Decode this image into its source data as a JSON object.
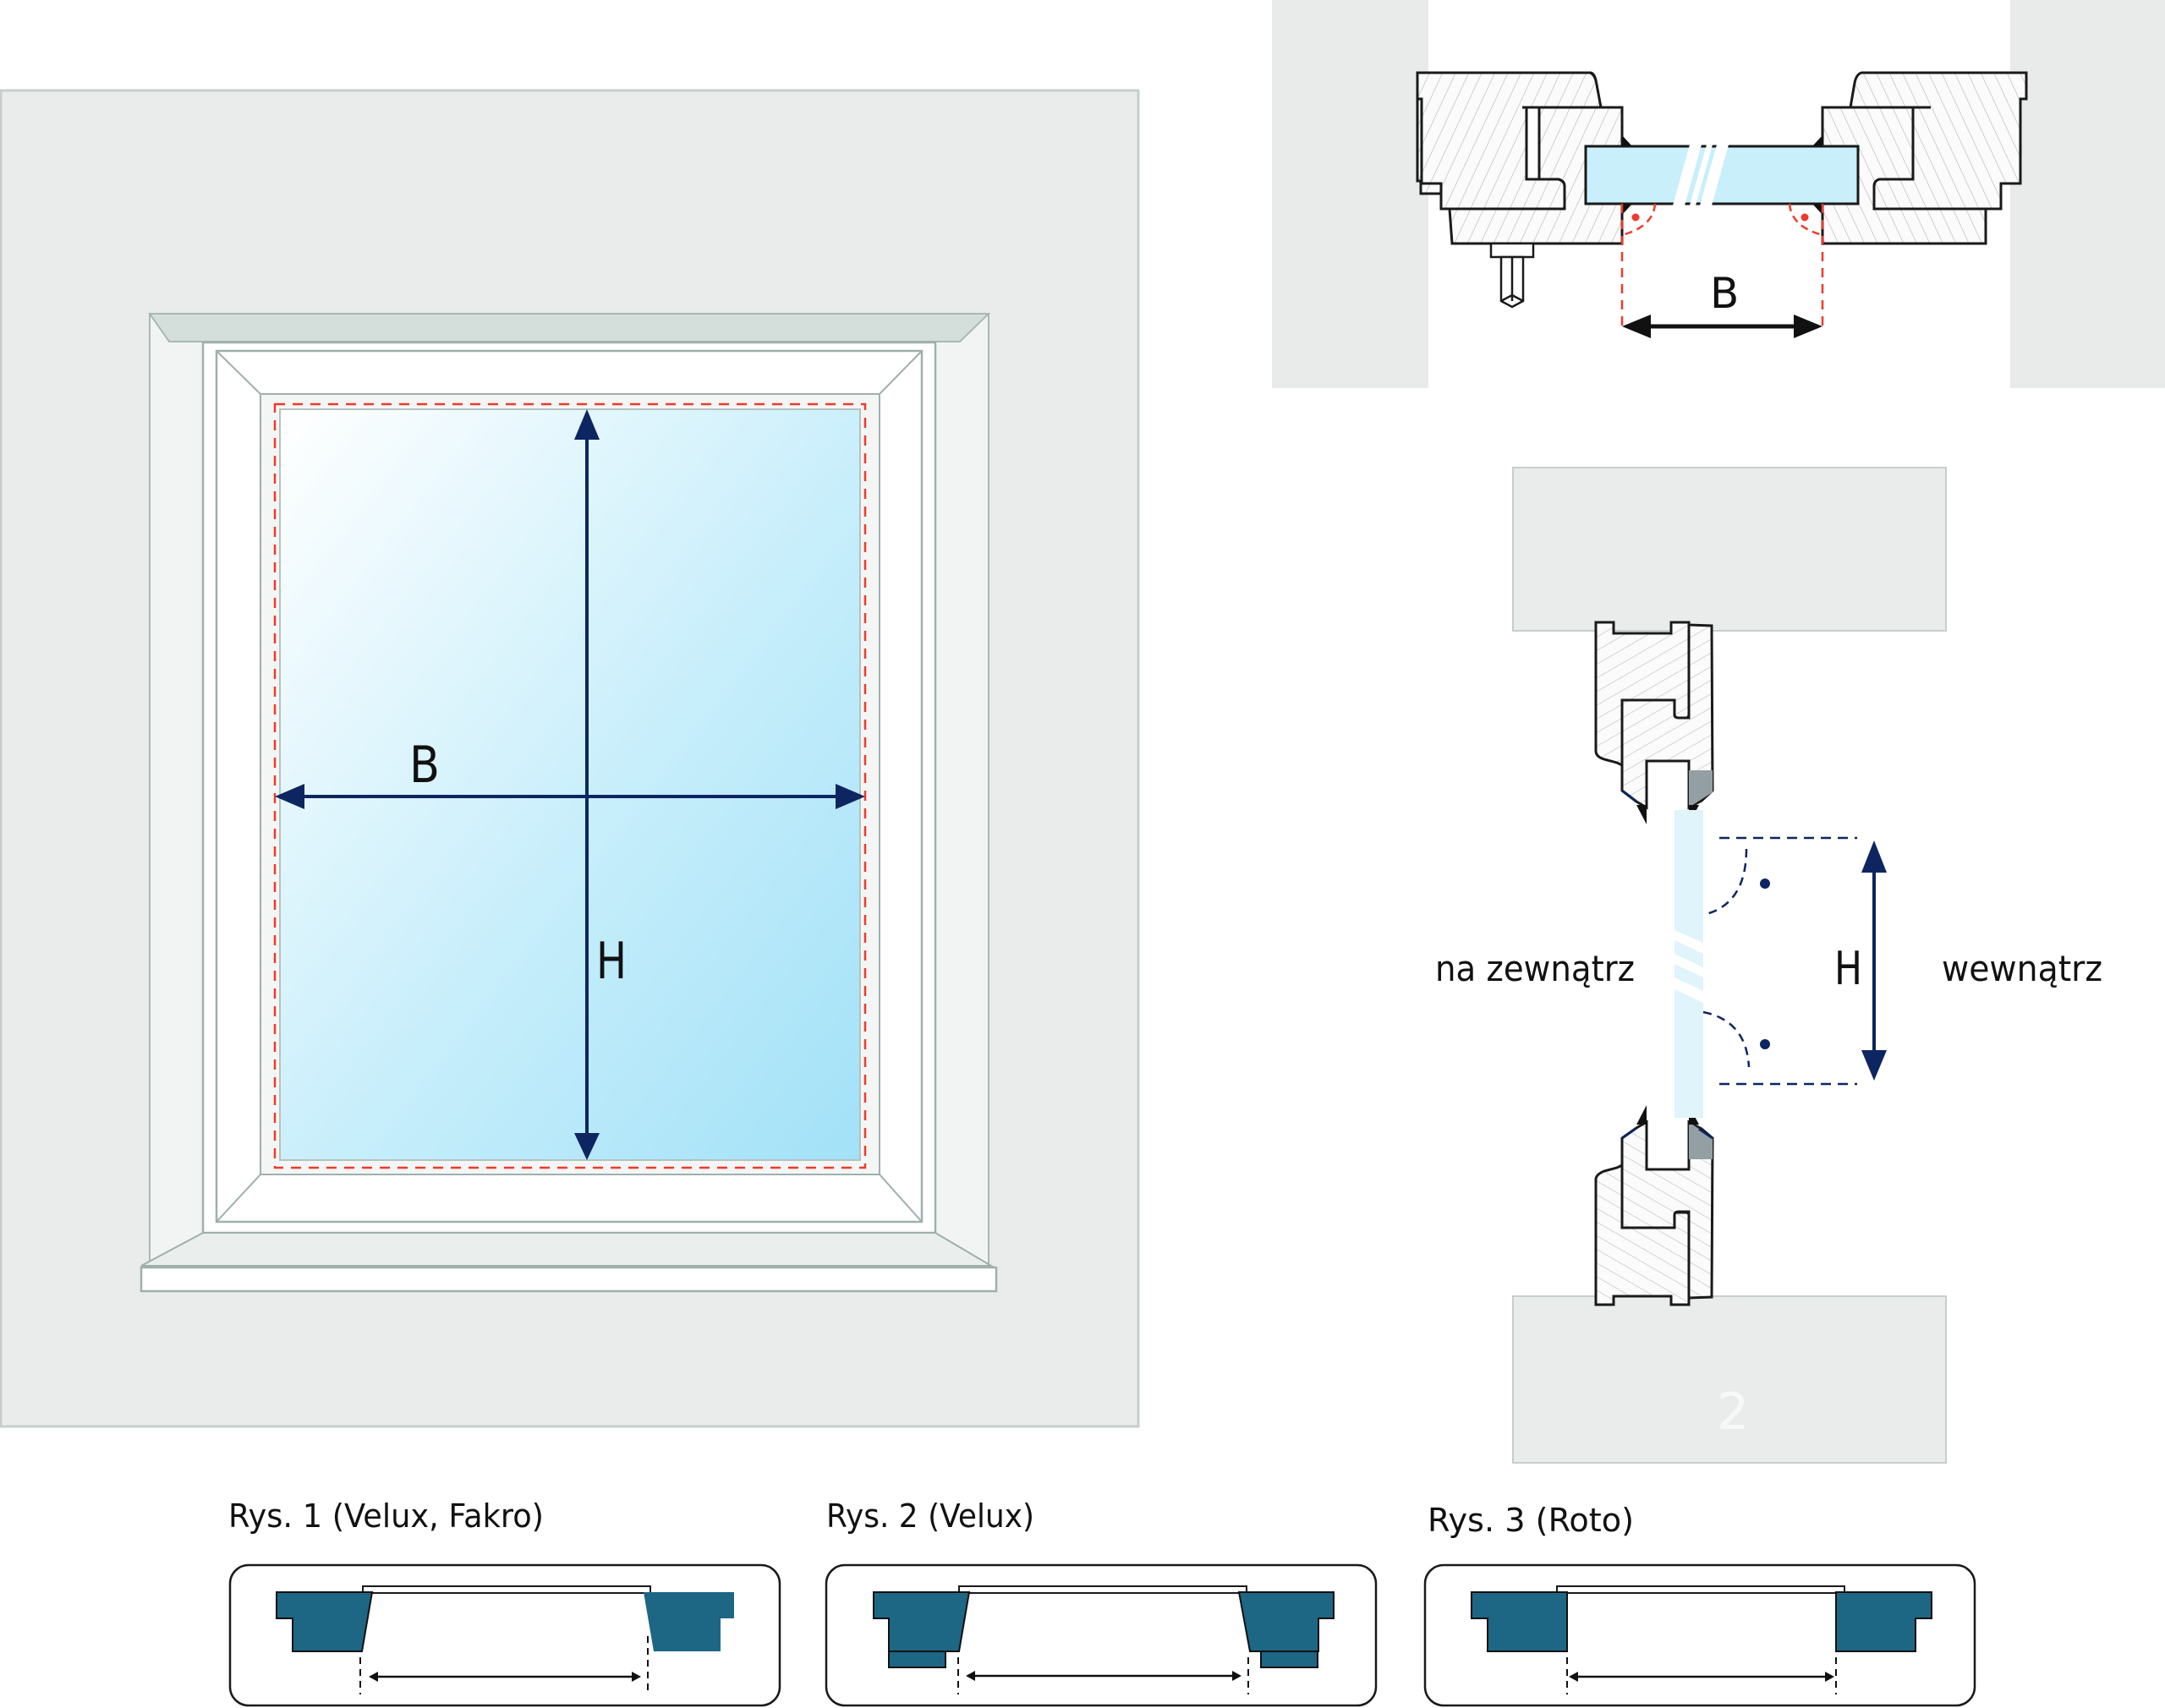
{
  "front_view": {
    "width_label": "B",
    "height_label": "H"
  },
  "top_section": {
    "width_label": "B"
  },
  "side_section": {
    "height_label": "H",
    "outside_label": "na zewnątrz",
    "inside_label": "wewnątrz",
    "faint_marker": "2"
  },
  "profiles": [
    {
      "caption": "Rys. 1 (Velux, Fakro)"
    },
    {
      "caption": "Rys. 2 (Velux)"
    },
    {
      "caption": "Rys. 3  (Roto)"
    }
  ],
  "colors": {
    "wall": "#eaeceb",
    "wall_edge": "#c6cfcc",
    "frame_line": "#9fb0ab",
    "reveal_top": "#d4dfdb",
    "glass_light": "#ffffff",
    "glass_dark": "#a6e3f7",
    "glass_section": "#c9effa",
    "dimension_navy": "#0d2560",
    "dimension_red": "#ee3a2c",
    "seal_gray": "#939fa2",
    "profile_teal": "#1d6684"
  }
}
